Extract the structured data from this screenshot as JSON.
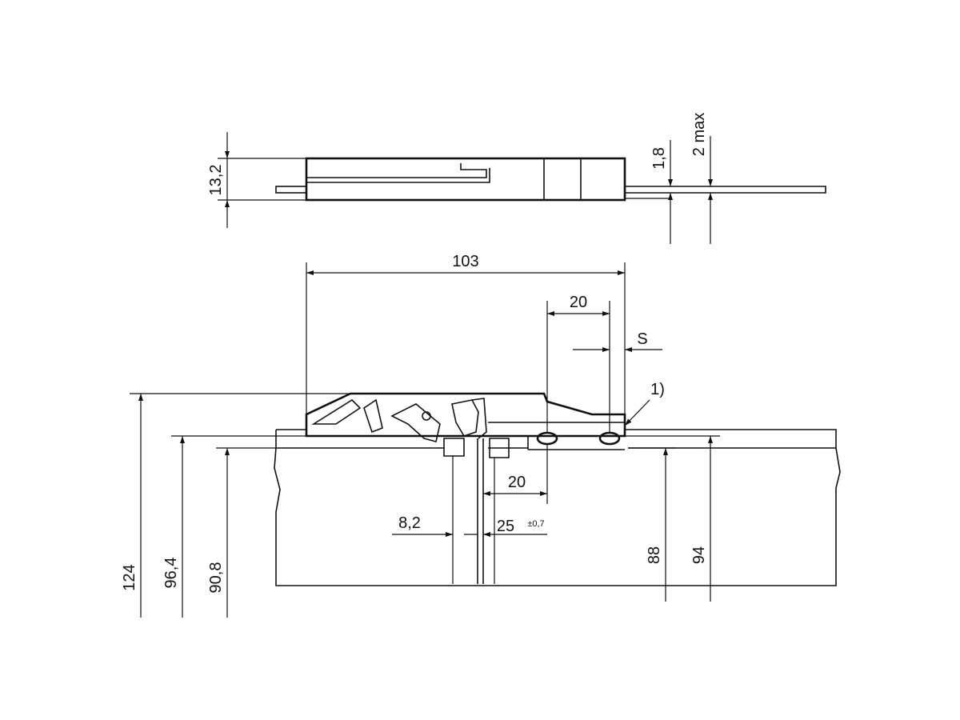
{
  "top_view": {
    "dim_height": "13,2",
    "dim_plate": "1,8",
    "dim_max": "2 max"
  },
  "side_view": {
    "dim_length": "103",
    "dim_20_top": "20",
    "dim_s": "S",
    "note": "1)",
    "dim_20_bottom": "20",
    "dim_8_2": "8,2",
    "dim_25": "25",
    "dim_25_tol": "±0,7",
    "dim_124": "124",
    "dim_96_4": "96,4",
    "dim_90_8": "90,8",
    "dim_88": "88",
    "dim_94": "94"
  }
}
